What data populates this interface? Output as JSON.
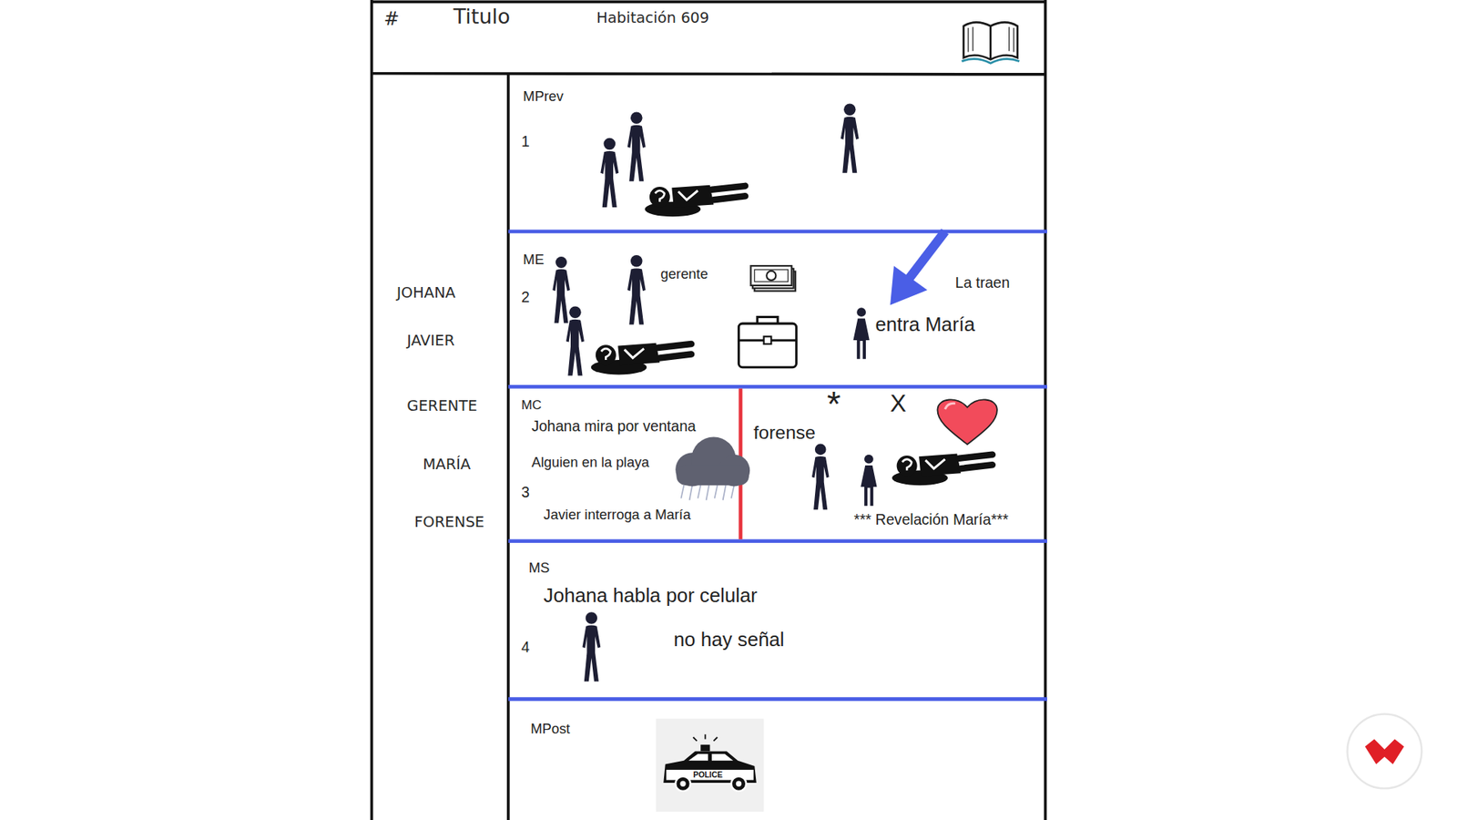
{
  "diagram": {
    "nodes": [
      {
        "text": [
          "#",
          "Titulo",
          "Habitación 609"
        ]
      },
      {
        "text": [
          "JOHANA",
          "JAVIER",
          "GERENTE",
          "MARÍA",
          "FORENSE"
        ]
      },
      {
        "text": [
          "MPrev",
          "1"
        ]
      },
      {
        "text": [
          "ME",
          "2",
          "gerente",
          "La traen",
          "entra María"
        ]
      },
      {
        "text": [
          "MC",
          "Johana mira por ventana",
          "Alguien en la playa",
          "3",
          "Javier interroga a María",
          "forense",
          "*",
          "X",
          "*** Revelación María***"
        ]
      },
      {
        "text": [
          "MS",
          "Johana habla por celular",
          "4",
          "no hay señal"
        ]
      },
      {
        "text": [
          "MPost"
        ]
      }
    ],
    "labels": [
      "POLICE"
    ]
  }
}
